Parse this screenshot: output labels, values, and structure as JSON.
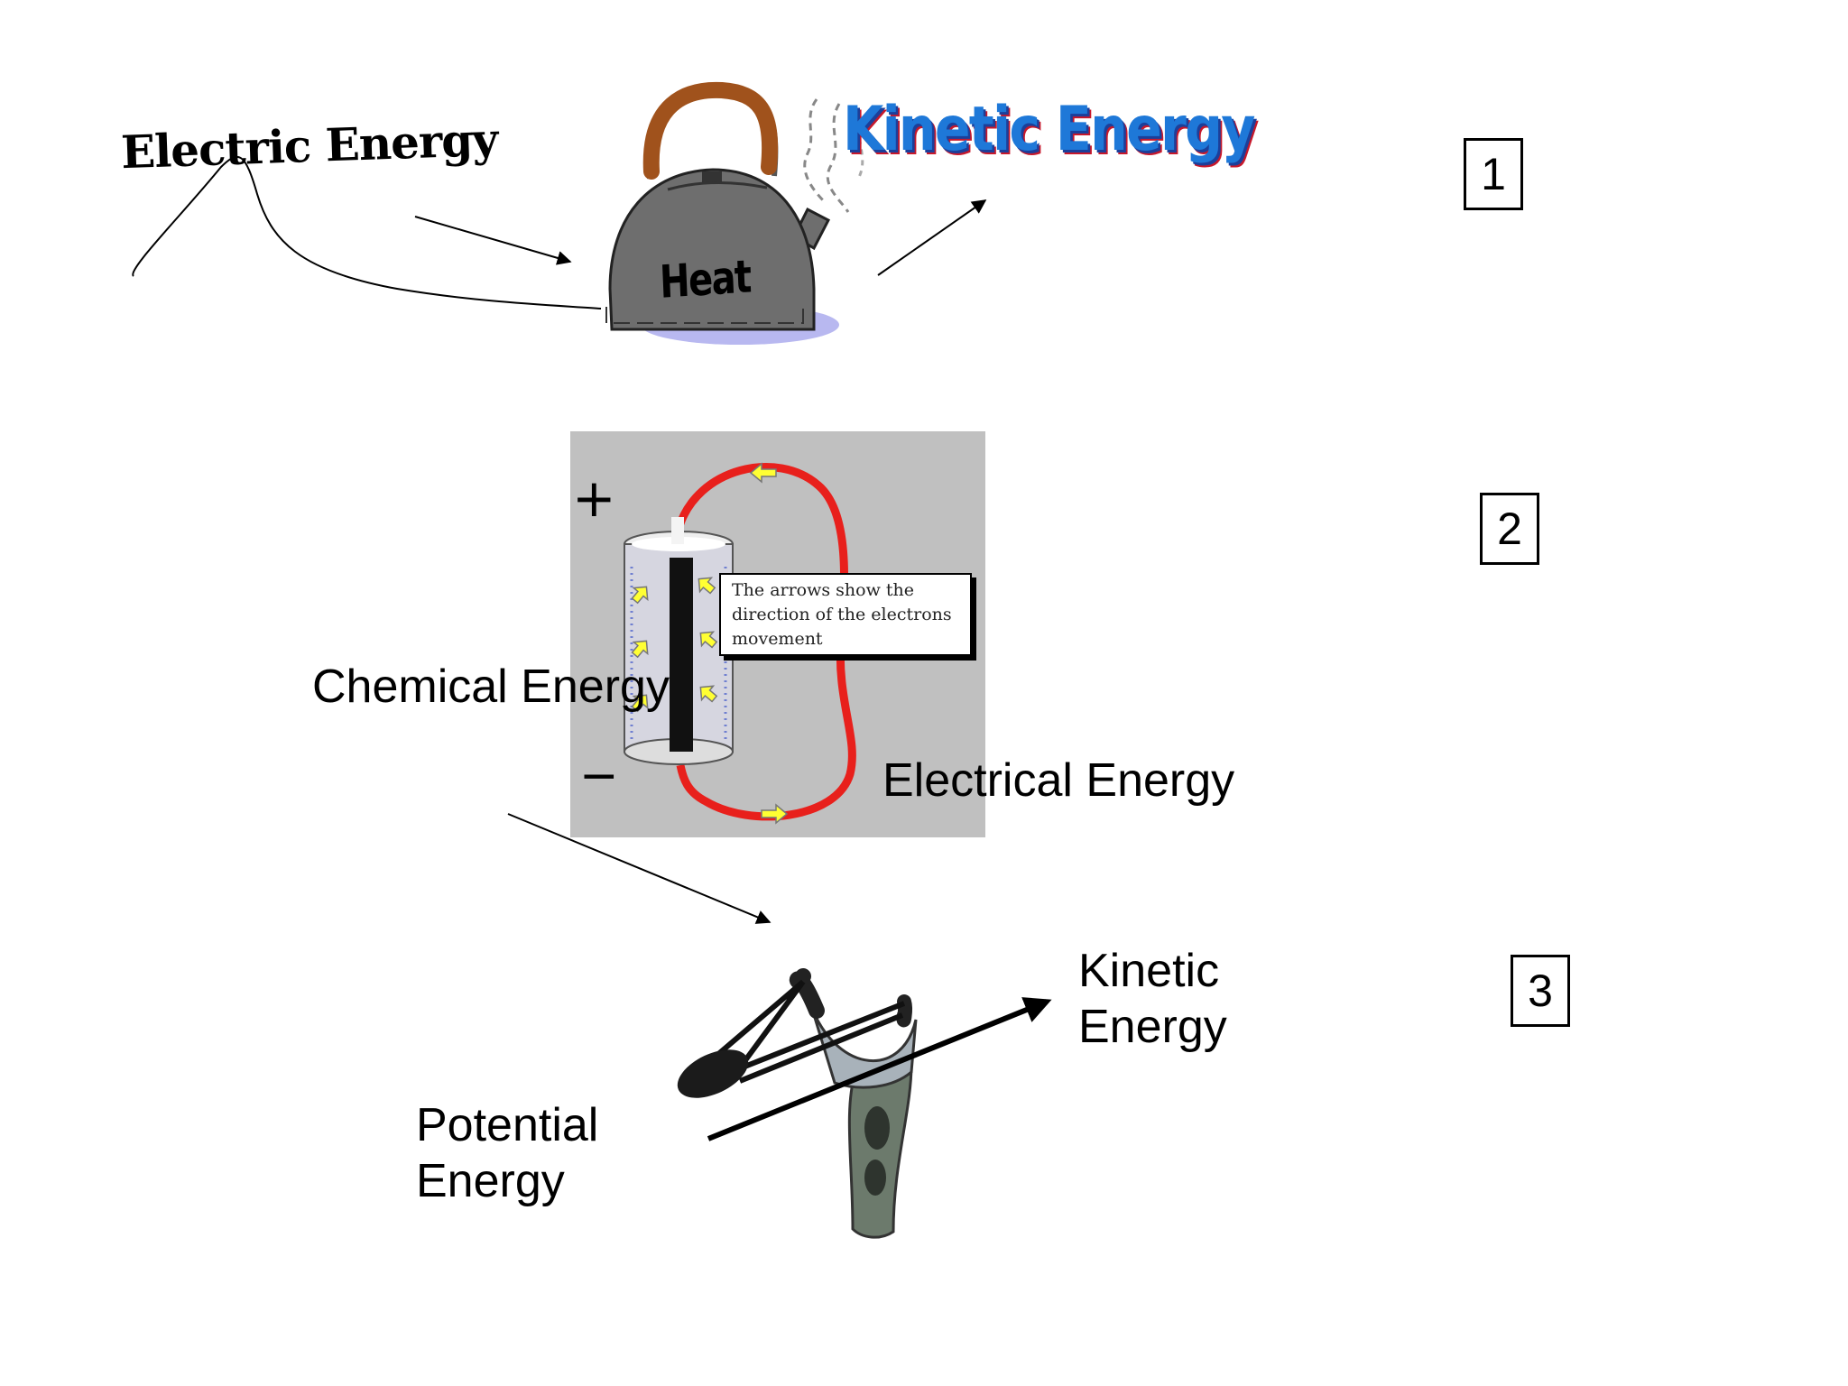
{
  "numbers": [
    "1",
    "2",
    "3"
  ],
  "kettle": {
    "input_label": "Electric Energy",
    "output_label": "Kinetic Energy",
    "center_label": "Heat"
  },
  "battery": {
    "plus_sign": "+",
    "minus_sign": "−",
    "note": "The arrows show the direction of the electrons movement",
    "input_label": "Chemical Energy",
    "output_label": "Electrical Energy"
  },
  "slingshot": {
    "input_label_line1": "Potential",
    "input_label_line2": "Energy",
    "output_label_line1": "Kinetic",
    "output_label_line2": "Energy"
  },
  "colors": {
    "kinetic_title": "#1e78d8",
    "circuit_wire": "#e8201c",
    "electron_arrow": "#ffff33",
    "kettle_body": "#6e6e6e",
    "kettle_handle": "#a0521c",
    "battery_panel": "#c0c0c0"
  }
}
